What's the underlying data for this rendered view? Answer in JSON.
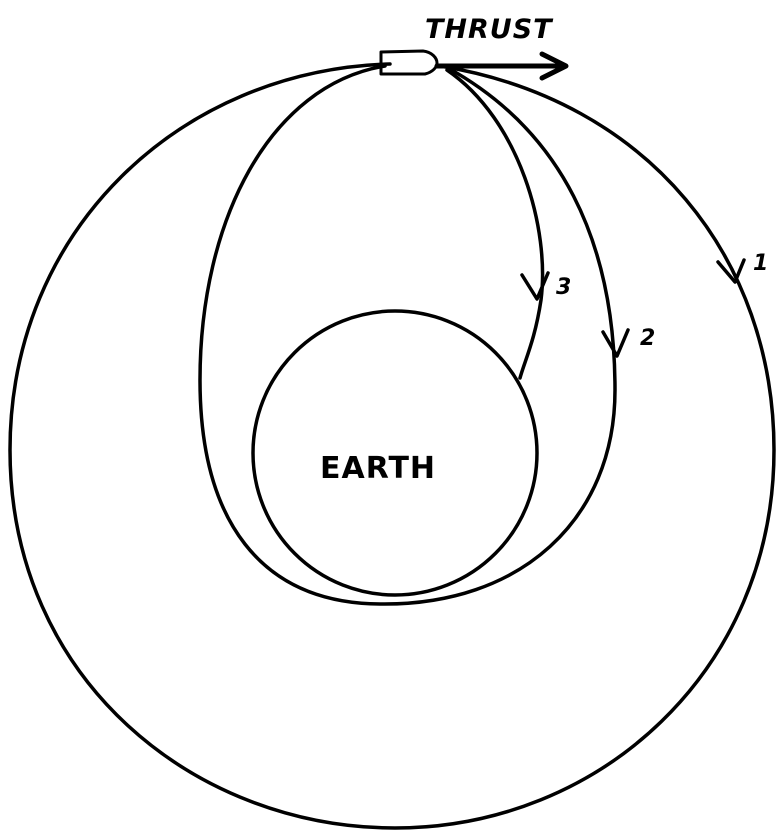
{
  "labels": {
    "thrust": "THRUST",
    "earth": "EARTH",
    "trajectory_1": "1",
    "trajectory_2": "2",
    "trajectory_3": "3"
  },
  "colors": {
    "ink": "#000000",
    "background": "#ffffff"
  }
}
